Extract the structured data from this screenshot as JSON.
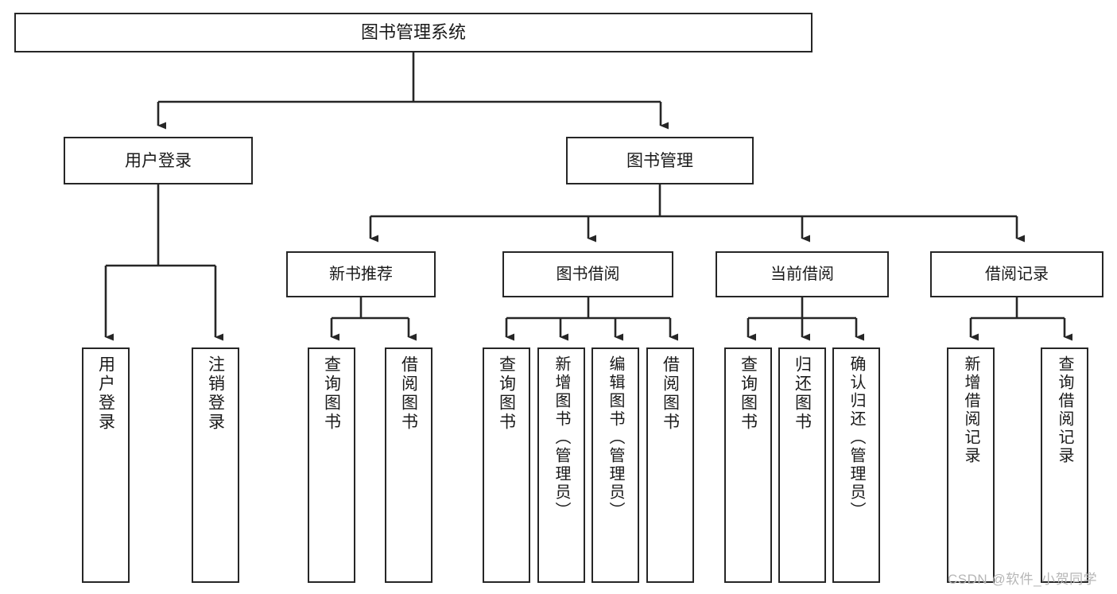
{
  "diagram": {
    "title": "图书管理系统",
    "type": "hierarchy-tree",
    "root": {
      "label": "图书管理系统"
    },
    "tier1": [
      {
        "label": "用户登录"
      },
      {
        "label": "图书管理"
      }
    ],
    "tier2": [
      {
        "label": "新书推荐"
      },
      {
        "label": "图书借阅"
      },
      {
        "label": "当前借阅"
      },
      {
        "label": "借阅记录"
      }
    ],
    "leaves": {
      "user_login": [
        {
          "label": "用户登录"
        },
        {
          "label": "注销登录"
        }
      ],
      "new_book_recommend": [
        {
          "label": "查询图书"
        },
        {
          "label": "借阅图书"
        }
      ],
      "book_borrow": [
        {
          "label": "查询图书"
        },
        {
          "label": "新增图书（管理员）"
        },
        {
          "label": "编辑图书（管理员）"
        },
        {
          "label": "借阅图书"
        }
      ],
      "current_borrow": [
        {
          "label": "查询图书"
        },
        {
          "label": "归还图书"
        },
        {
          "label": "确认归还（管理员）"
        }
      ],
      "borrow_record": [
        {
          "label": "新增借阅记录"
        },
        {
          "label": "查询借阅记录"
        }
      ]
    }
  },
  "watermark": {
    "text": "CSDN @软件_小贺同学"
  },
  "colors": {
    "stroke": "#262626",
    "background": "#ffffff",
    "text": "#1a1a1a",
    "watermark": "#b6b6b6"
  }
}
